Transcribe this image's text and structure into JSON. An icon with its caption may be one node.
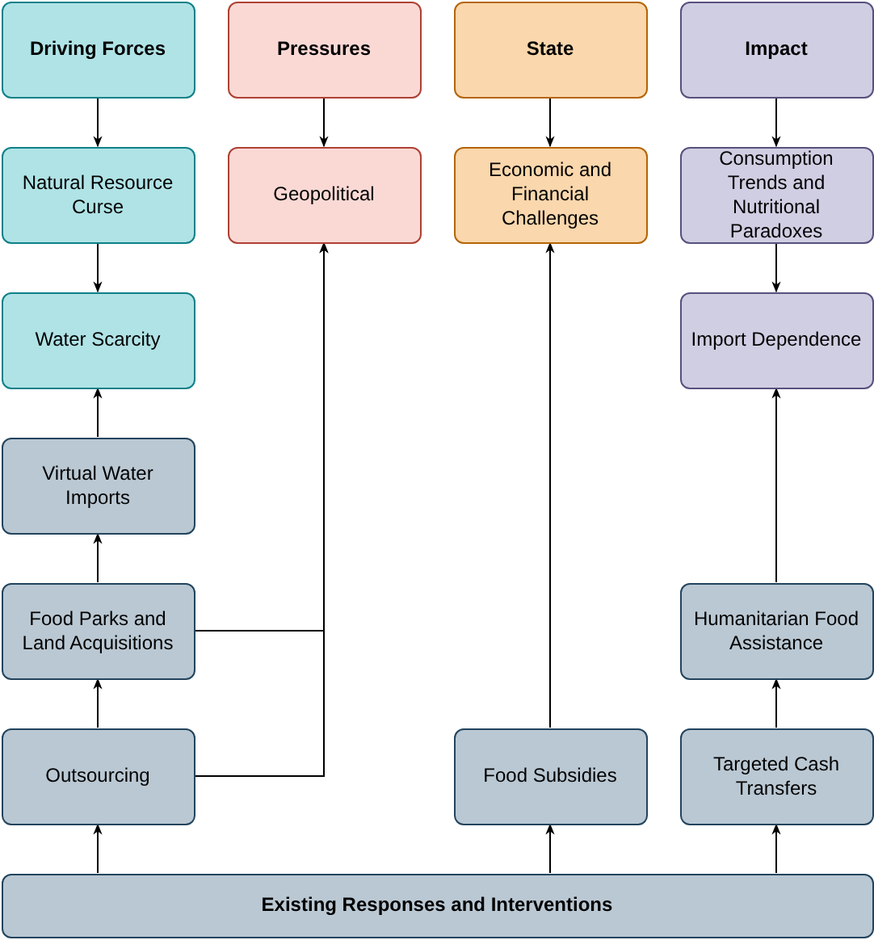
{
  "diagram": {
    "nodes": [
      {
        "text": [
          "Driving Forces"
        ]
      },
      {
        "text": [
          "Pressures"
        ]
      },
      {
        "text": [
          "State"
        ]
      },
      {
        "text": [
          "Impact"
        ]
      },
      {
        "text": [
          "Natural Resource Curse"
        ]
      },
      {
        "text": [
          "Geopolitical"
        ]
      },
      {
        "text": [
          "Economic and Financial Challenges"
        ]
      },
      {
        "text": [
          "Consumption Trends and Nutritional Paradoxes"
        ]
      },
      {
        "text": [
          "Water Scarcity"
        ]
      },
      {
        "text": [
          "Import Dependence"
        ]
      },
      {
        "text": [
          "Virtual Water Imports"
        ]
      },
      {
        "text": [
          "Food Parks and Land Acquisitions"
        ]
      },
      {
        "text": [
          "Humanitarian Food Assistance"
        ]
      },
      {
        "text": [
          "Outsourcing"
        ]
      },
      {
        "text": [
          "Food Subsidies"
        ]
      },
      {
        "text": [
          "Targeted Cash Transfers"
        ]
      },
      {
        "text": [
          "Existing Responses and Interventions"
        ]
      }
    ],
    "edges": [
      {
        "from": 0,
        "to": 4,
        "arrow": "to"
      },
      {
        "from": 1,
        "to": 5,
        "arrow": "to"
      },
      {
        "from": 2,
        "to": 6,
        "arrow": "to"
      },
      {
        "from": 3,
        "to": 7,
        "arrow": "to"
      },
      {
        "from": 4,
        "to": 8,
        "arrow": "to"
      },
      {
        "from": 7,
        "to": 9,
        "arrow": "to"
      },
      {
        "from": 10,
        "to": 8,
        "arrow": "to"
      },
      {
        "from": 11,
        "to": 10,
        "arrow": "to"
      },
      {
        "from": 13,
        "to": 11,
        "arrow": "to"
      },
      {
        "from": 11,
        "to": 5,
        "arrow": "to"
      },
      {
        "from": 13,
        "to": 5,
        "arrow": "to"
      },
      {
        "from": 14,
        "to": 6,
        "arrow": "to"
      },
      {
        "from": 12,
        "to": 9,
        "arrow": "to"
      },
      {
        "from": 15,
        "to": 12,
        "arrow": "to"
      },
      {
        "from": 16,
        "to": 13,
        "arrow": "to"
      },
      {
        "from": 16,
        "to": 14,
        "arrow": "to"
      },
      {
        "from": 16,
        "to": 15,
        "arrow": "to"
      }
    ]
  }
}
